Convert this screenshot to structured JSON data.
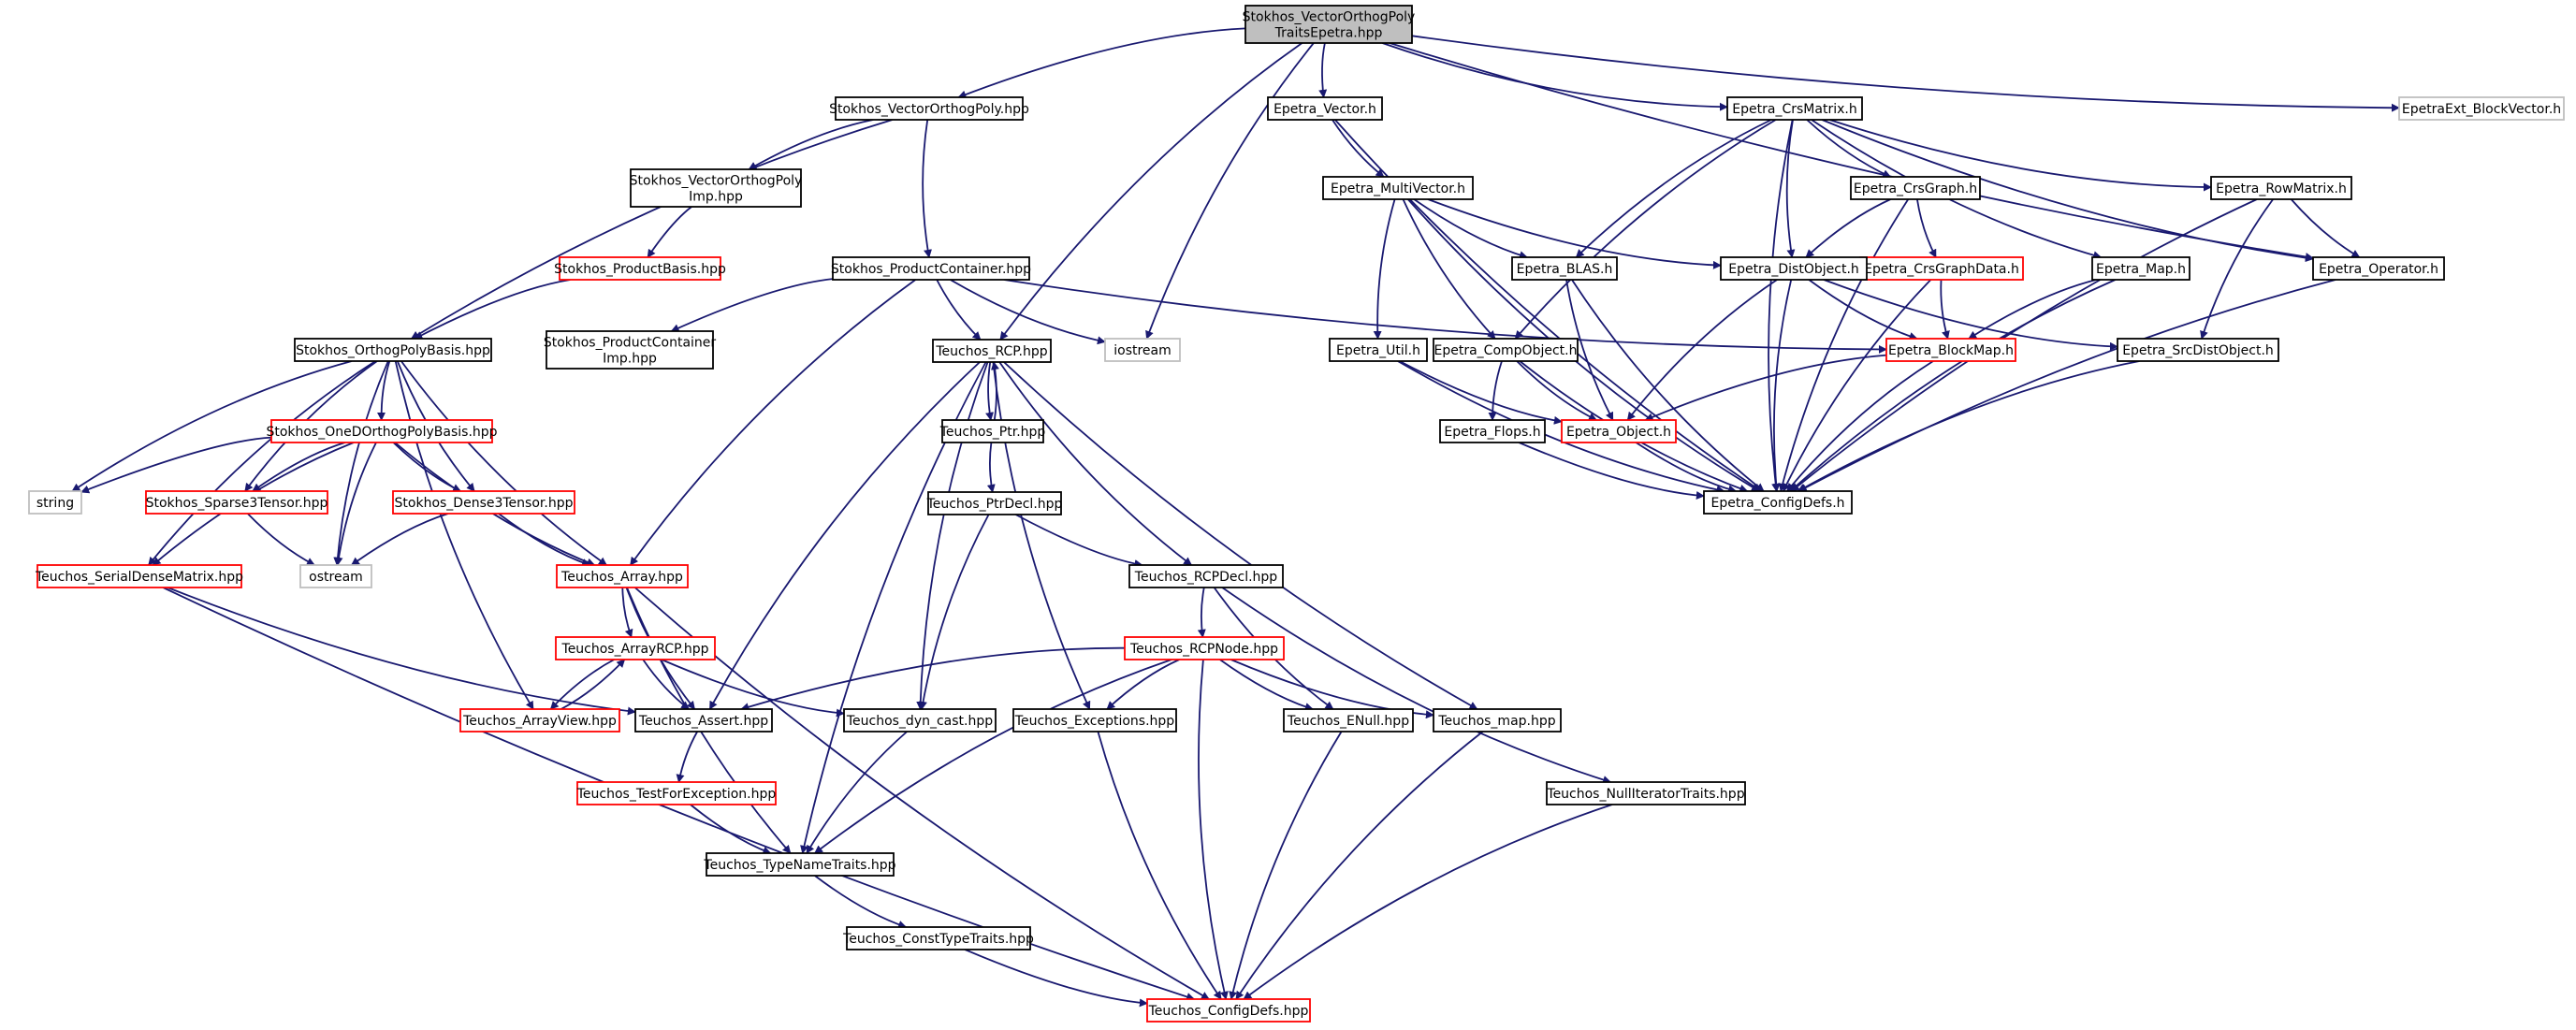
{
  "diagram": {
    "colors": {
      "edge": "#191970",
      "root_fill": "#bfbfbf",
      "normal_border": "#000000",
      "truncated_border": "#ff0000",
      "external_border": "#bfbfbf",
      "text": "#000000"
    },
    "nodes": [
      {
        "id": "root",
        "lines": [
          "Stokhos_VectorOrthogPoly",
          "TraitsEpetra.hpp"
        ],
        "style": "root"
      },
      {
        "id": "vop",
        "lines": [
          "Stokhos_VectorOrthogPoly.hpp"
        ],
        "style": "normal"
      },
      {
        "id": "vopimp",
        "lines": [
          "Stokhos_VectorOrthogPoly",
          "Imp.hpp"
        ],
        "style": "normal"
      },
      {
        "id": "prodbasis",
        "lines": [
          "Stokhos_ProductBasis.hpp"
        ],
        "style": "truncated"
      },
      {
        "id": "prodcont",
        "lines": [
          "Stokhos_ProductContainer.hpp"
        ],
        "style": "normal"
      },
      {
        "id": "prodcontimp",
        "lines": [
          "Stokhos_ProductContainer",
          "Imp.hpp"
        ],
        "style": "normal"
      },
      {
        "id": "orthog",
        "lines": [
          "Stokhos_OrthogPolyBasis.hpp"
        ],
        "style": "normal"
      },
      {
        "id": "oned",
        "lines": [
          "Stokhos_OneDOrthogPolyBasis.hpp"
        ],
        "style": "truncated"
      },
      {
        "id": "string",
        "lines": [
          "string"
        ],
        "style": "external"
      },
      {
        "id": "sparse3",
        "lines": [
          "Stokhos_Sparse3Tensor.hpp"
        ],
        "style": "truncated"
      },
      {
        "id": "dense3",
        "lines": [
          "Stokhos_Dense3Tensor.hpp"
        ],
        "style": "truncated"
      },
      {
        "id": "ostream",
        "lines": [
          "ostream"
        ],
        "style": "external"
      },
      {
        "id": "serialdense",
        "lines": [
          "Teuchos_SerialDenseMatrix.hpp"
        ],
        "style": "truncated"
      },
      {
        "id": "array",
        "lines": [
          "Teuchos_Array.hpp"
        ],
        "style": "truncated"
      },
      {
        "id": "arrayrcp",
        "lines": [
          "Teuchos_ArrayRCP.hpp"
        ],
        "style": "truncated"
      },
      {
        "id": "arrayview",
        "lines": [
          "Teuchos_ArrayView.hpp"
        ],
        "style": "truncated"
      },
      {
        "id": "assert",
        "lines": [
          "Teuchos_Assert.hpp"
        ],
        "style": "normal"
      },
      {
        "id": "testforexc",
        "lines": [
          "Teuchos_TestForException.hpp"
        ],
        "style": "truncated"
      },
      {
        "id": "typename",
        "lines": [
          "Teuchos_TypeNameTraits.hpp"
        ],
        "style": "normal"
      },
      {
        "id": "consttype",
        "lines": [
          "Teuchos_ConstTypeTraits.hpp"
        ],
        "style": "normal"
      },
      {
        "id": "configdefs",
        "lines": [
          "Teuchos_ConfigDefs.hpp"
        ],
        "style": "truncated"
      },
      {
        "id": "rcp",
        "lines": [
          "Teuchos_RCP.hpp"
        ],
        "style": "normal"
      },
      {
        "id": "ptr",
        "lines": [
          "Teuchos_Ptr.hpp"
        ],
        "style": "normal"
      },
      {
        "id": "ptrdecl",
        "lines": [
          "Teuchos_PtrDecl.hpp"
        ],
        "style": "normal"
      },
      {
        "id": "dyncast",
        "lines": [
          "Teuchos_dyn_cast.hpp"
        ],
        "style": "normal"
      },
      {
        "id": "exceptions",
        "lines": [
          "Teuchos_Exceptions.hpp"
        ],
        "style": "normal"
      },
      {
        "id": "rcpdecl",
        "lines": [
          "Teuchos_RCPDecl.hpp"
        ],
        "style": "normal"
      },
      {
        "id": "rcpnode",
        "lines": [
          "Teuchos_RCPNode.hpp"
        ],
        "style": "truncated"
      },
      {
        "id": "enull",
        "lines": [
          "Teuchos_ENull.hpp"
        ],
        "style": "normal"
      },
      {
        "id": "map",
        "lines": [
          "Teuchos_map.hpp"
        ],
        "style": "normal"
      },
      {
        "id": "nulliter",
        "lines": [
          "Teuchos_NullIteratorTraits.hpp"
        ],
        "style": "normal"
      },
      {
        "id": "iostream",
        "lines": [
          "iostream"
        ],
        "style": "external"
      },
      {
        "id": "epvector",
        "lines": [
          "Epetra_Vector.h"
        ],
        "style": "normal"
      },
      {
        "id": "multivector",
        "lines": [
          "Epetra_MultiVector.h"
        ],
        "style": "normal"
      },
      {
        "id": "util",
        "lines": [
          "Epetra_Util.h"
        ],
        "style": "normal"
      },
      {
        "id": "compobject",
        "lines": [
          "Epetra_CompObject.h"
        ],
        "style": "normal"
      },
      {
        "id": "flops",
        "lines": [
          "Epetra_Flops.h"
        ],
        "style": "normal"
      },
      {
        "id": "object",
        "lines": [
          "Epetra_Object.h"
        ],
        "style": "truncated"
      },
      {
        "id": "blas",
        "lines": [
          "Epetra_BLAS.h"
        ],
        "style": "normal"
      },
      {
        "id": "crsmatrix",
        "lines": [
          "Epetra_CrsMatrix.h"
        ],
        "style": "normal"
      },
      {
        "id": "crsgraph",
        "lines": [
          "Epetra_CrsGraph.h"
        ],
        "style": "normal"
      },
      {
        "id": "crsgraphdata",
        "lines": [
          "Epetra_CrsGraphData.h"
        ],
        "style": "truncated"
      },
      {
        "id": "distobject",
        "lines": [
          "Epetra_DistObject.h"
        ],
        "style": "normal"
      },
      {
        "id": "blockmap",
        "lines": [
          "Epetra_BlockMap.h"
        ],
        "style": "truncated"
      },
      {
        "id": "epmap",
        "lines": [
          "Epetra_Map.h"
        ],
        "style": "normal"
      },
      {
        "id": "rowmatrix",
        "lines": [
          "Epetra_RowMatrix.h"
        ],
        "style": "normal"
      },
      {
        "id": "operator",
        "lines": [
          "Epetra_Operator.h"
        ],
        "style": "normal"
      },
      {
        "id": "srcdist",
        "lines": [
          "Epetra_SrcDistObject.h"
        ],
        "style": "normal"
      },
      {
        "id": "epconfig",
        "lines": [
          "Epetra_ConfigDefs.h"
        ],
        "style": "normal"
      },
      {
        "id": "blockvector",
        "lines": [
          "EpetraExt_BlockVector.h"
        ],
        "style": "external"
      }
    ]
  }
}
